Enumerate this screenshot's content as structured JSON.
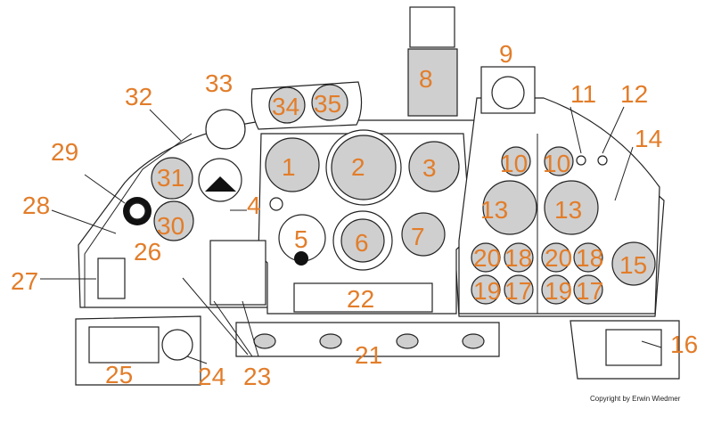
{
  "callouts": [
    "1",
    "2",
    "3",
    "4",
    "5",
    "6",
    "7",
    "8",
    "9",
    "10",
    "10",
    "11",
    "12",
    "13",
    "13",
    "14",
    "15",
    "16",
    "17",
    "17",
    "18",
    "18",
    "19",
    "19",
    "20",
    "20",
    "21",
    "22",
    "23",
    "24",
    "25",
    "26",
    "27",
    "28",
    "29",
    "30",
    "31",
    "32",
    "33",
    "34",
    "35"
  ],
  "copyright": "Copyright by Erwin Wiedmer",
  "colors": {
    "label": "#e27d2a",
    "line": "#222222",
    "gauge": "#cfcfcf"
  }
}
